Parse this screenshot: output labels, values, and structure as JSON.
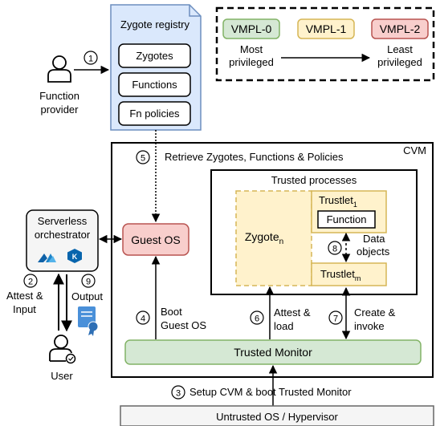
{
  "legend": {
    "vmpl0": "VMPL-0",
    "vmpl1": "VMPL-1",
    "vmpl2": "VMPL-2",
    "most_line1": "Most",
    "most_line2": "privileged",
    "least_line1": "Least",
    "least_line2": "privileged"
  },
  "registry": {
    "title": "Zygote registry",
    "items": [
      "Zygotes",
      "Functions",
      "Fn policies"
    ]
  },
  "function_provider": {
    "line1": "Function",
    "line2": "provider"
  },
  "cvm_label": "CVM",
  "retrieve_label": "Retrieve Zygotes, Functions & Policies",
  "trusted_processes": {
    "title": "Trusted processes",
    "zygote": "Zygote",
    "zygote_sub": "n",
    "trustlet": "Trustlet",
    "trustlet_sub_top": "1",
    "trustlet_sub_bottom": "m",
    "function": "Function",
    "data_line1": "Data",
    "data_line2": "objects"
  },
  "orchestrator": {
    "line1": "Serverless",
    "line2": "orchestrator"
  },
  "guest_os": "Guest OS",
  "attest_input": {
    "line1": "Attest &",
    "line2": "Input"
  },
  "output": "Output",
  "user": "User",
  "boot": {
    "line1": "Boot",
    "line2": "Guest OS"
  },
  "attest_load": {
    "line1": "Attest &",
    "line2": "load"
  },
  "create_invoke": {
    "line1": "Create &",
    "line2": "invoke"
  },
  "trusted_monitor": "Trusted Monitor",
  "setup_label": "Setup CVM & boot Trusted Monitor",
  "hypervisor": "Untrusted OS / Hypervisor",
  "steps": [
    "1",
    "2",
    "3",
    "4",
    "5",
    "6",
    "7",
    "8",
    "9"
  ],
  "colors": {
    "vmpl0_fill": "#d5e8d4",
    "vmpl0_stroke": "#82b366",
    "vmpl1_fill": "#fff2cc",
    "vmpl1_stroke": "#d6b656",
    "vmpl2_fill": "#f8cecc",
    "vmpl2_stroke": "#b85450",
    "registry_fill": "#dae8fc",
    "registry_stroke": "#6c8ebf",
    "hypervisor_fill": "#f5f5f5",
    "hypervisor_stroke": "#666666"
  }
}
